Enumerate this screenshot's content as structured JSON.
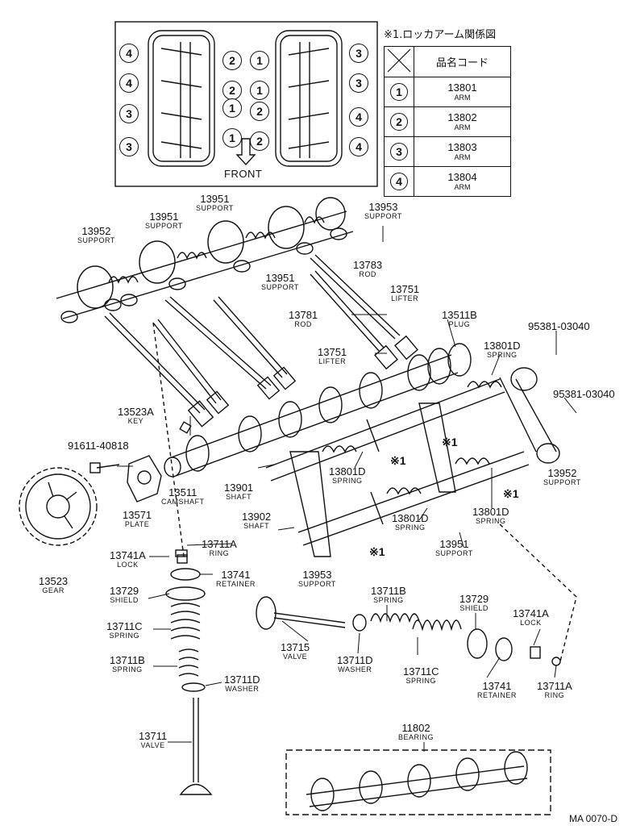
{
  "legend": {
    "title": "※1.ロッカアーム関係図",
    "header": "品名コード",
    "rows": [
      {
        "num": "1",
        "code": "13801",
        "name": "ARM"
      },
      {
        "num": "2",
        "code": "13802",
        "name": "ARM"
      },
      {
        "num": "3",
        "code": "13803",
        "name": "ARM"
      },
      {
        "num": "4",
        "code": "13804",
        "name": "ARM"
      }
    ]
  },
  "inset": {
    "front_label": "FRONT",
    "left_outer": [
      "4",
      "4",
      "3",
      "3"
    ],
    "left_inner": [
      "2",
      "2",
      "1",
      "1"
    ],
    "right_inner": [
      "1",
      "1",
      "2",
      "2"
    ],
    "right_outer": [
      "3",
      "3",
      "4",
      "4"
    ]
  },
  "marker": "※1",
  "parts": [
    {
      "no": "13951",
      "name": "SUPPORT"
    },
    {
      "no": "13951",
      "name": "SUPPORT"
    },
    {
      "no": "13953",
      "name": "SUPPORT"
    },
    {
      "no": "13952",
      "name": "SUPPORT"
    },
    {
      "no": "13951",
      "name": "SUPPORT"
    },
    {
      "no": "13783",
      "name": "ROD"
    },
    {
      "no": "13751",
      "name": "LIFTER"
    },
    {
      "no": "13781",
      "name": "ROD"
    },
    {
      "no": "13511B",
      "name": "PLUG"
    },
    {
      "no": "95381-03040",
      "name": ""
    },
    {
      "no": "13751",
      "name": "LIFTER"
    },
    {
      "no": "13801D",
      "name": "SPRING"
    },
    {
      "no": "95381-03040",
      "name": ""
    },
    {
      "no": "13523A",
      "name": "KEY"
    },
    {
      "no": "91611-40818",
      "name": ""
    },
    {
      "no": "13511",
      "name": "CAMSHAFT"
    },
    {
      "no": "13901",
      "name": "SHAFT"
    },
    {
      "no": "13801D",
      "name": "SPRING"
    },
    {
      "no": "13952",
      "name": "SUPPORT"
    },
    {
      "no": "13571",
      "name": "PLATE"
    },
    {
      "no": "13902",
      "name": "SHAFT"
    },
    {
      "no": "13801D",
      "name": "SPRING"
    },
    {
      "no": "13801D",
      "name": "SPRING"
    },
    {
      "no": "13711A",
      "name": "RING"
    },
    {
      "no": "13741A",
      "name": "LOCK"
    },
    {
      "no": "13951",
      "name": "SUPPORT"
    },
    {
      "no": "13523",
      "name": "GEAR"
    },
    {
      "no": "13741",
      "name": "RETAINER"
    },
    {
      "no": "13953",
      "name": "SUPPORT"
    },
    {
      "no": "13729",
      "name": "SHIELD"
    },
    {
      "no": "13711B",
      "name": "SPRING"
    },
    {
      "no": "13729",
      "name": "SHIELD"
    },
    {
      "no": "13711C",
      "name": "SPRING"
    },
    {
      "no": "13741A",
      "name": "LOCK"
    },
    {
      "no": "13715",
      "name": "VALVE"
    },
    {
      "no": "13711B",
      "name": "SPRING"
    },
    {
      "no": "13711D",
      "name": "WASHER"
    },
    {
      "no": "13711C",
      "name": "SPRING"
    },
    {
      "no": "13711D",
      "name": "WASHER"
    },
    {
      "no": "13741",
      "name": "RETAINER"
    },
    {
      "no": "13711A",
      "name": "RING"
    },
    {
      "no": "13711",
      "name": "VALVE"
    },
    {
      "no": "11802",
      "name": "BEARING"
    }
  ],
  "footer": "MA 0070-D"
}
